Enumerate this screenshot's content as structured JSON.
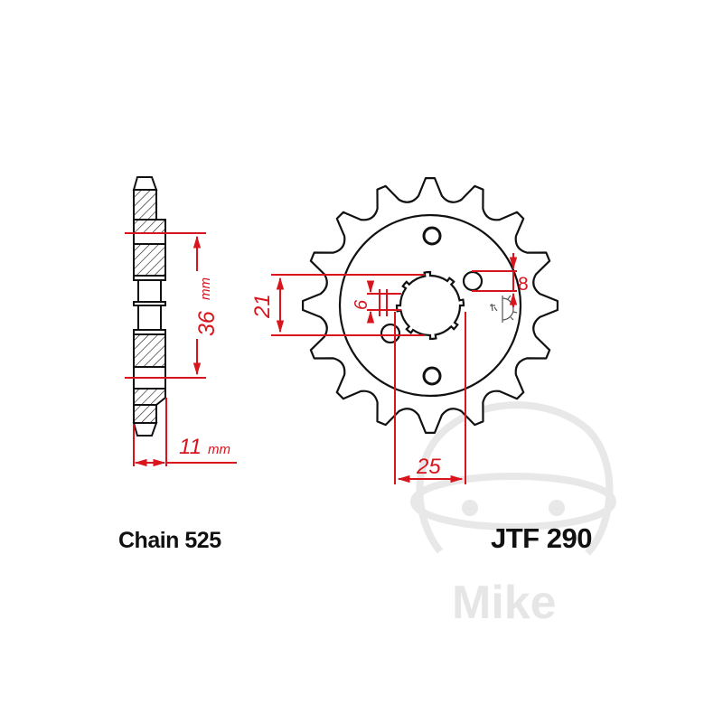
{
  "colors": {
    "outline": "#111111",
    "dimension": "#d8141c",
    "watermark": "#e6e6e6",
    "background": "#ffffff"
  },
  "labels": {
    "chain": "Chain 525",
    "part_number": "JTF 290"
  },
  "watermark": {
    "text": "Mike",
    "icon": "helmet-logo-icon"
  },
  "side_view": {
    "bore_height_value": "36",
    "bore_height_unit": "mm",
    "width_value": "11",
    "width_unit": "mm"
  },
  "front_view": {
    "teeth": 16,
    "dimensions": {
      "spline_height": "21",
      "hole_offset": "6",
      "hole_diameter": "8",
      "spline_width": "25"
    }
  }
}
